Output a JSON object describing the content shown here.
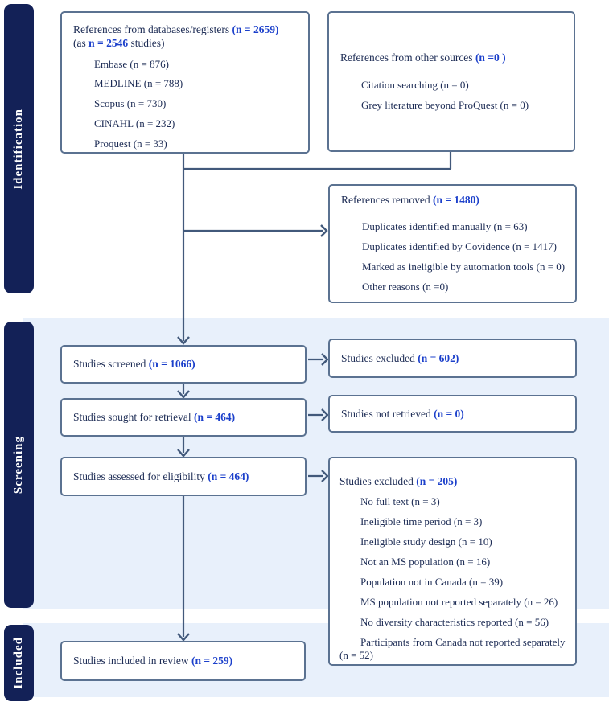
{
  "theme": {
    "navy": "#132157",
    "band": "#e8f0fb",
    "border": "#5b7291",
    "arrow": "#42597b",
    "accent": "#1c40cb",
    "body": "#1d2c55",
    "box_bg": "#ffffff"
  },
  "sidebar": {
    "identification": "Identification",
    "screening": "Screening",
    "included": "Included"
  },
  "boxes": {
    "db_registers": {
      "title": "References from databases/registers ",
      "title_n": "(n = 2659)",
      "line2_a": "(as ",
      "line2_n": "n = 2546",
      "line2_b": " studies)",
      "items": [
        "Embase (n = 876)",
        "MEDLINE (n = 788)",
        "Scopus (n = 730)",
        "CINAHL (n = 232)",
        "Proquest (n = 33)"
      ]
    },
    "other_sources": {
      "title": "References from other sources ",
      "title_n": "(n =0 )",
      "items": [
        "Citation searching (n = 0)",
        "Grey literature beyond ProQuest (n = 0)"
      ]
    },
    "references_removed": {
      "title": "References removed ",
      "title_n": "(n = 1480)",
      "items": [
        "Duplicates identified manually (n = 63)",
        "Duplicates identified by Covidence (n = 1417)",
        "Marked as ineligible by automation tools (n = 0)",
        "Other reasons (n =0)"
      ]
    },
    "studies_screened": {
      "title": "Studies screened ",
      "title_n": "(n = 1066)"
    },
    "studies_excluded_screening": {
      "title": "Studies excluded ",
      "title_n": "(n = 602)"
    },
    "studies_sought": {
      "title": "Studies sought for retrieval ",
      "title_n": "(n = 464)"
    },
    "studies_not_retrieved": {
      "title": "Studies not retrieved ",
      "title_n": "(n = 0)"
    },
    "studies_assessed": {
      "title": "Studies assessed for eligibility ",
      "title_n": "(n = 464)"
    },
    "studies_excluded_eligibility": {
      "title": "Studies excluded ",
      "title_n": "(n = 205)",
      "items": [
        "No full text (n = 3)",
        "Ineligible time period (n = 3)",
        "Ineligible study design (n = 10)",
        "Not an MS population (n = 16)",
        "Population not in Canada (n = 39)",
        "MS population not reported separately (n = 26)",
        "No diversity characteristics reported (n = 56)",
        "Participants from Canada not reported separately (n = 52)"
      ]
    },
    "studies_included": {
      "title": "Studies included in review ",
      "title_n": "(n = 259)"
    }
  }
}
